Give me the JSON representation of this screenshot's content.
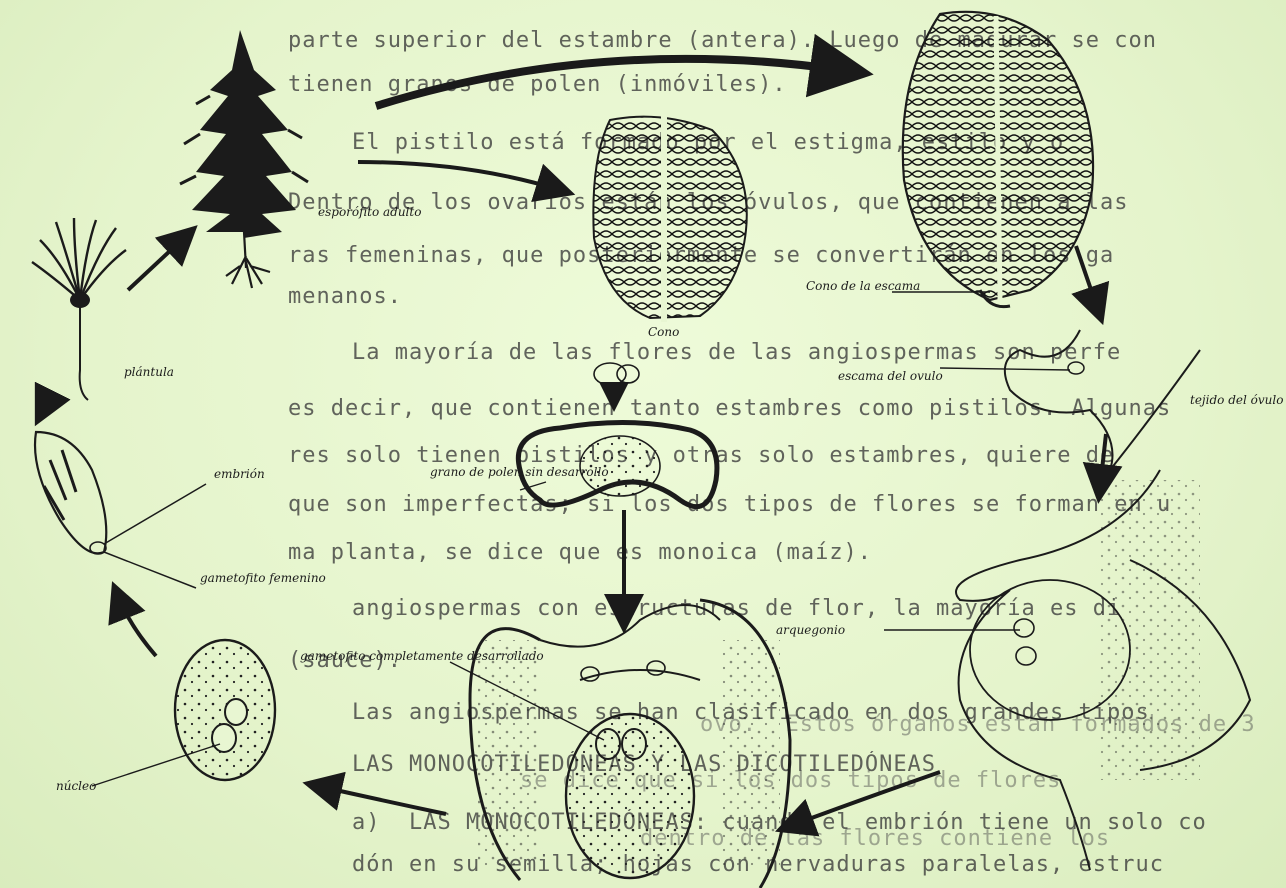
{
  "text_lines": [
    "parte superior del estambre (antera). Luego de madurar se con",
    "tienen granos de polen (inmóviles).",
    "El pistilo está formado por el estigma, estilo y o",
    "Dentro de los ovarios están los óvulos, que contienen a las",
    "ras femeninas, que posteriormente se convertirán en los ga",
    "menanos.",
    "La mayoría de las flores de las angiospermas son perfe",
    "es decir, que contienen tanto estambres como pistilos. Algunas",
    "res solo tienen pistilos y otras solo estambres, quiere de",
    "que son imperfectas; si los dos tipos de flores se forman en u",
    "ma planta, se dice que es monoica (maíz).",
    "angiospermas con estructuras de flor, la mayoría es di",
    "(sauce).",
    "Las angiospermas se han clasificado en dos grandes tipos",
    "LAS MONOCOTILEDÓNEAS Y LAS DICOTILEDÓNEAS",
    "a)  LAS MONOCOTILEDÓNEAS: cuando el embrión tiene un solo co",
    "dón en su semilla; hojas con nervaduras paralelas, estruc"
  ],
  "faint_lines": [
    "ovo.  Estos órganos están formados de 3",
    "se dice que si los dos tipos de flores",
    "dentro de las flores contiene los"
  ],
  "labels": {
    "adult": "esporófito adulto",
    "cone": "Cono",
    "cone_scale": "Cono de la escama",
    "seed_scale": "escama del ovulo",
    "pollen": "grano de polen sin desarrollo",
    "gametophyte": "gametofito completamente desarrollado",
    "archegonium": "arquegonio",
    "embryo": "embrión",
    "gametophyte_seed": "gametofito femenino",
    "spore": "núcleo",
    "seedling": "plántula",
    "ovule_wall": "tejido del óvulo"
  }
}
